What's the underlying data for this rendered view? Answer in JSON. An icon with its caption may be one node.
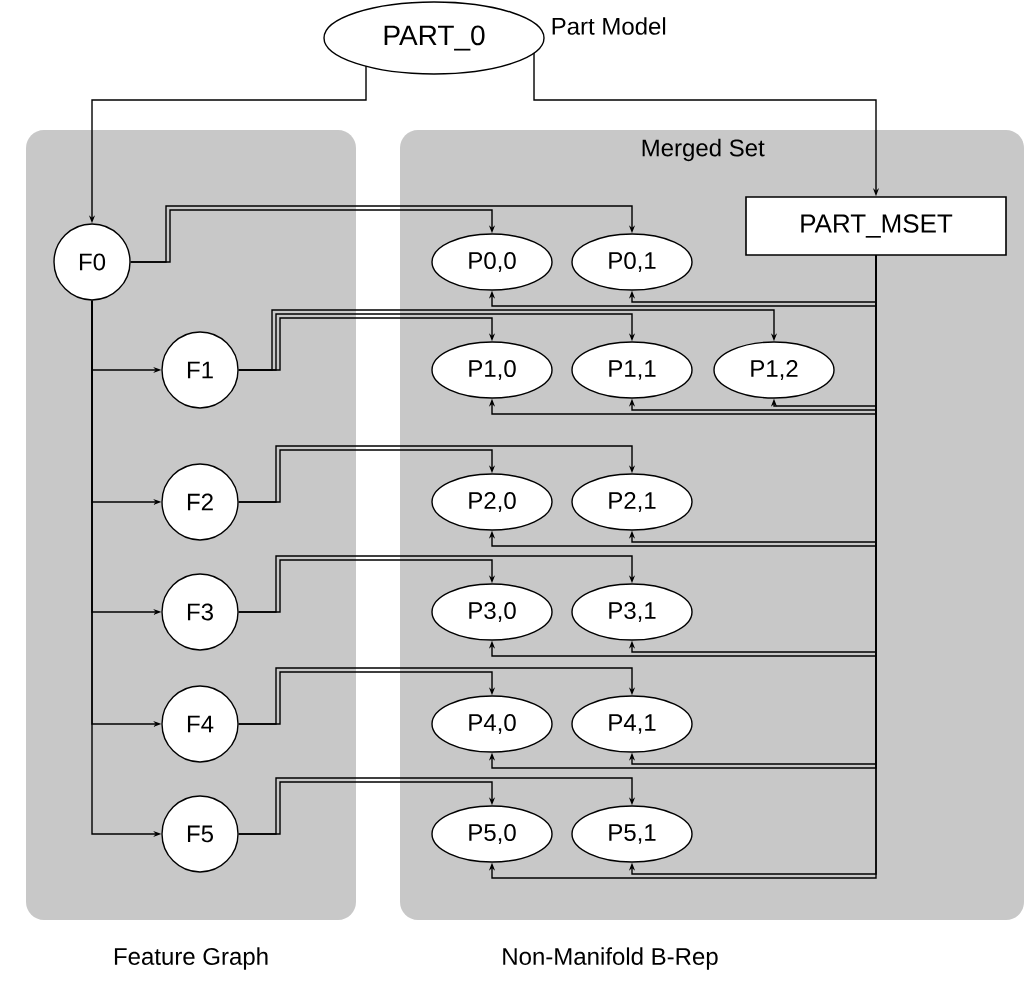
{
  "diagram": {
    "nodes": [
      {
        "text": [
          "PART_0"
        ],
        "beside": [
          "Part Model"
        ]
      },
      {
        "text": [
          "Feature Graph"
        ]
      },
      {
        "text": [
          "F0"
        ],
        "in": 1
      },
      {
        "text": [
          "F1"
        ],
        "in": 1
      },
      {
        "text": [
          "F2"
        ],
        "in": 1
      },
      {
        "text": [
          "F3"
        ],
        "in": 1
      },
      {
        "text": [
          "F4"
        ],
        "in": 1
      },
      {
        "text": [
          "F5"
        ],
        "in": 1
      },
      {
        "text": [
          "Non-Manifold B-Rep"
        ]
      },
      {
        "text": [
          "PART_MSET"
        ],
        "beside": [
          "Merged Set"
        ],
        "in": 8
      },
      {
        "text": [
          "P0,0"
        ],
        "in": 8
      },
      {
        "text": [
          "P0,1"
        ],
        "in": 8
      },
      {
        "text": [
          "P1,0"
        ],
        "in": 8
      },
      {
        "text": [
          "P1,1"
        ],
        "in": 8
      },
      {
        "text": [
          "P1,2"
        ],
        "in": 8
      },
      {
        "text": [
          "P2,0"
        ],
        "in": 8
      },
      {
        "text": [
          "P2,1"
        ],
        "in": 8
      },
      {
        "text": [
          "P3,0"
        ],
        "in": 8
      },
      {
        "text": [
          "P3,1"
        ],
        "in": 8
      },
      {
        "text": [
          "P4,0"
        ],
        "in": 8
      },
      {
        "text": [
          "P4,1"
        ],
        "in": 8
      },
      {
        "text": [
          "P5,0"
        ],
        "in": 8
      },
      {
        "text": [
          "P5,1"
        ],
        "in": 8
      }
    ],
    "edges": [
      {
        "from": 0,
        "to": 2,
        "arrow": "to"
      },
      {
        "from": 0,
        "to": 9,
        "arrow": "to"
      },
      {
        "from": 2,
        "to": 3,
        "arrow": "to"
      },
      {
        "from": 2,
        "to": 4,
        "arrow": "to"
      },
      {
        "from": 2,
        "to": 5,
        "arrow": "to"
      },
      {
        "from": 2,
        "to": 6,
        "arrow": "to"
      },
      {
        "from": 2,
        "to": 7,
        "arrow": "to"
      },
      {
        "from": 2,
        "to": 10,
        "arrow": "to"
      },
      {
        "from": 2,
        "to": 11,
        "arrow": "to"
      },
      {
        "from": 3,
        "to": 12,
        "arrow": "to"
      },
      {
        "from": 3,
        "to": 13,
        "arrow": "to"
      },
      {
        "from": 3,
        "to": 14,
        "arrow": "to"
      },
      {
        "from": 4,
        "to": 15,
        "arrow": "to"
      },
      {
        "from": 4,
        "to": 16,
        "arrow": "to"
      },
      {
        "from": 5,
        "to": 17,
        "arrow": "to"
      },
      {
        "from": 5,
        "to": 18,
        "arrow": "to"
      },
      {
        "from": 6,
        "to": 19,
        "arrow": "to"
      },
      {
        "from": 6,
        "to": 20,
        "arrow": "to"
      },
      {
        "from": 7,
        "to": 21,
        "arrow": "to"
      },
      {
        "from": 7,
        "to": 22,
        "arrow": "to"
      },
      {
        "from": 9,
        "to": 10,
        "arrow": "to"
      },
      {
        "from": 9,
        "to": 11,
        "arrow": "to"
      },
      {
        "from": 9,
        "to": 12,
        "arrow": "to"
      },
      {
        "from": 9,
        "to": 13,
        "arrow": "to"
      },
      {
        "from": 9,
        "to": 14,
        "arrow": "to"
      },
      {
        "from": 9,
        "to": 15,
        "arrow": "to"
      },
      {
        "from": 9,
        "to": 16,
        "arrow": "to"
      },
      {
        "from": 9,
        "to": 17,
        "arrow": "to"
      },
      {
        "from": 9,
        "to": 18,
        "arrow": "to"
      },
      {
        "from": 9,
        "to": 19,
        "arrow": "to"
      },
      {
        "from": 9,
        "to": 20,
        "arrow": "to"
      },
      {
        "from": 9,
        "to": 21,
        "arrow": "to"
      },
      {
        "from": 9,
        "to": 22,
        "arrow": "to"
      }
    ]
  }
}
